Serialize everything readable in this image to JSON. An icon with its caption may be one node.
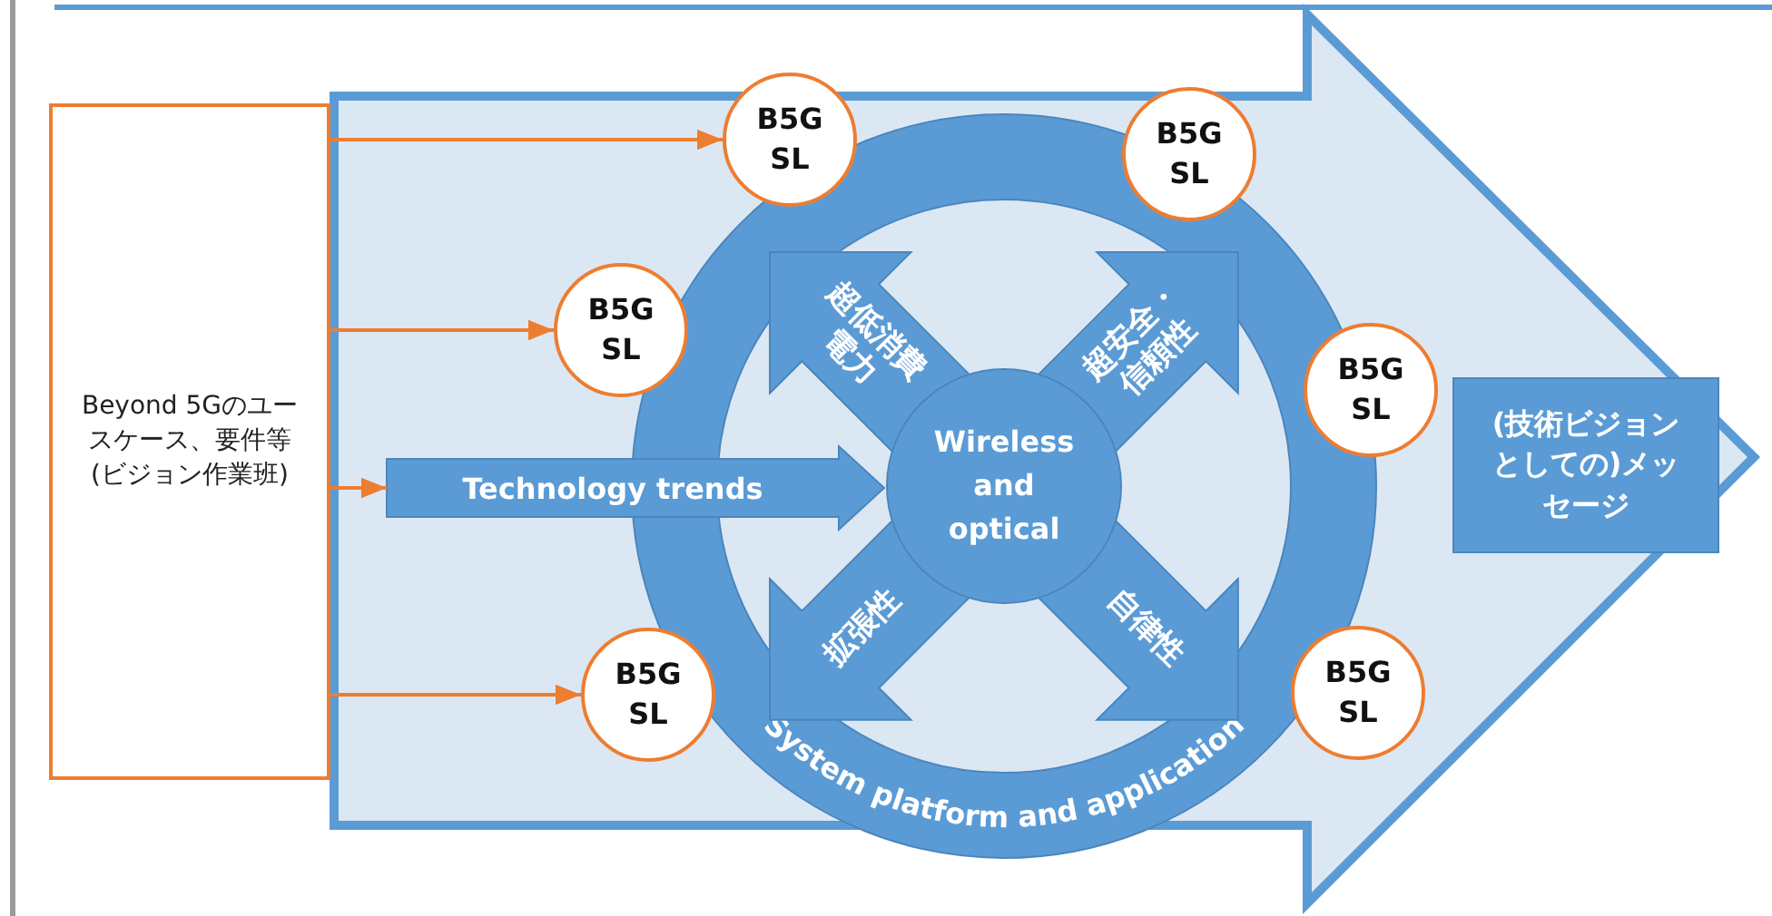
{
  "diagram": {
    "nodes": [
      {
        "text": [
          "Beyond 5Gのユースケース、要件等(ビジョン作業班)"
        ]
      },
      {
        "text": [
          "B5G SL"
        ]
      },
      {
        "text": [
          "B5G SL"
        ]
      },
      {
        "text": [
          "B5G SL"
        ]
      },
      {
        "text": [
          "B5G SL"
        ]
      },
      {
        "text": [
          "B5G SL"
        ]
      },
      {
        "text": [
          "B5G SL"
        ]
      },
      {
        "text": [
          "System platform and application"
        ]
      },
      {
        "text": [
          "Technology trends"
        ]
      },
      {
        "text": [
          "Wireless and optical"
        ],
        "in": 7
      },
      {
        "text": [
          "超低消費電力"
        ],
        "in": 7
      },
      {
        "text": [
          "超安全・信頼性"
        ],
        "in": 7
      },
      {
        "text": [
          "拡張性"
        ],
        "in": 7
      },
      {
        "text": [
          "自律性"
        ],
        "in": 7
      },
      {
        "text": [
          "(技術ビジョンとしての)メッセージ"
        ]
      }
    ],
    "edges": [
      {
        "from": 0,
        "to": 1,
        "arrow": "to"
      },
      {
        "from": 0,
        "to": 3,
        "arrow": "to"
      },
      {
        "from": 0,
        "to": 8,
        "arrow": "to"
      },
      {
        "from": 0,
        "to": 5,
        "arrow": "to"
      },
      {
        "from": 0,
        "to": 14,
        "arrow": "to",
        "style": "thick",
        "color": "#5b9bd5"
      }
    ]
  }
}
